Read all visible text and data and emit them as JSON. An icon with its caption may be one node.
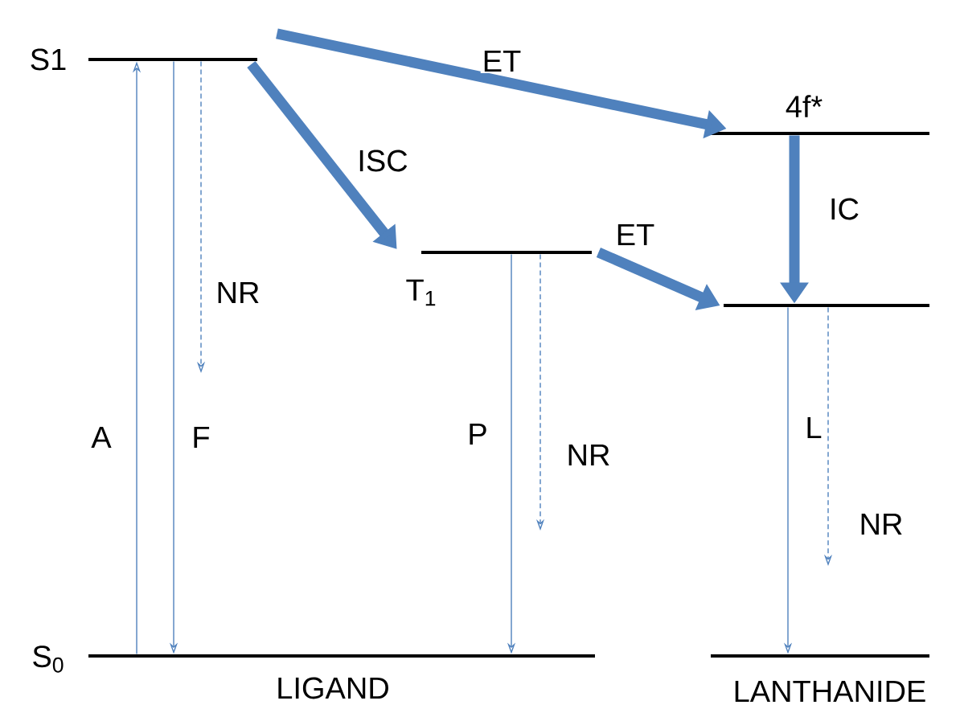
{
  "diagram": {
    "nodes": [
      {
        "text": [
          "S1"
        ]
      },
      {
        "text": [
          "T$_{1}$"
        ]
      },
      {
        "text": [
          "S$_{0}$"
        ]
      },
      {
        "text": [
          "4f*"
        ]
      },
      {
        "text": [],
        "shape": "bar"
      },
      {
        "text": [],
        "shape": "bar"
      }
    ],
    "edges": [
      {
        "from": 2,
        "to": 0,
        "arrow": "to",
        "label": "A"
      },
      {
        "from": 0,
        "to": 2,
        "arrow": "to",
        "label": "F"
      },
      {
        "from": 0,
        "to": null,
        "arrow": "to",
        "label": "NR",
        "style": "dashed"
      },
      {
        "from": 0,
        "to": 1,
        "arrow": "to",
        "label": "ISC",
        "style": "thick"
      },
      {
        "from": 0,
        "to": 3,
        "arrow": "to",
        "label": "ET",
        "style": "thick"
      },
      {
        "from": 1,
        "to": 2,
        "arrow": "to",
        "label": "P"
      },
      {
        "from": 1,
        "to": null,
        "arrow": "to",
        "label": "NR",
        "style": "dashed"
      },
      {
        "from": 1,
        "to": 4,
        "arrow": "to",
        "label": "ET",
        "style": "thick"
      },
      {
        "from": 3,
        "to": 4,
        "arrow": "to",
        "label": "IC",
        "style": "thick"
      },
      {
        "from": 4,
        "to": 5,
        "arrow": "to",
        "label": "L"
      },
      {
        "from": 4,
        "to": null,
        "arrow": "to",
        "label": "NR",
        "style": "dashed"
      }
    ],
    "labels": [
      "LIGAND",
      "LANTHANIDE"
    ]
  }
}
